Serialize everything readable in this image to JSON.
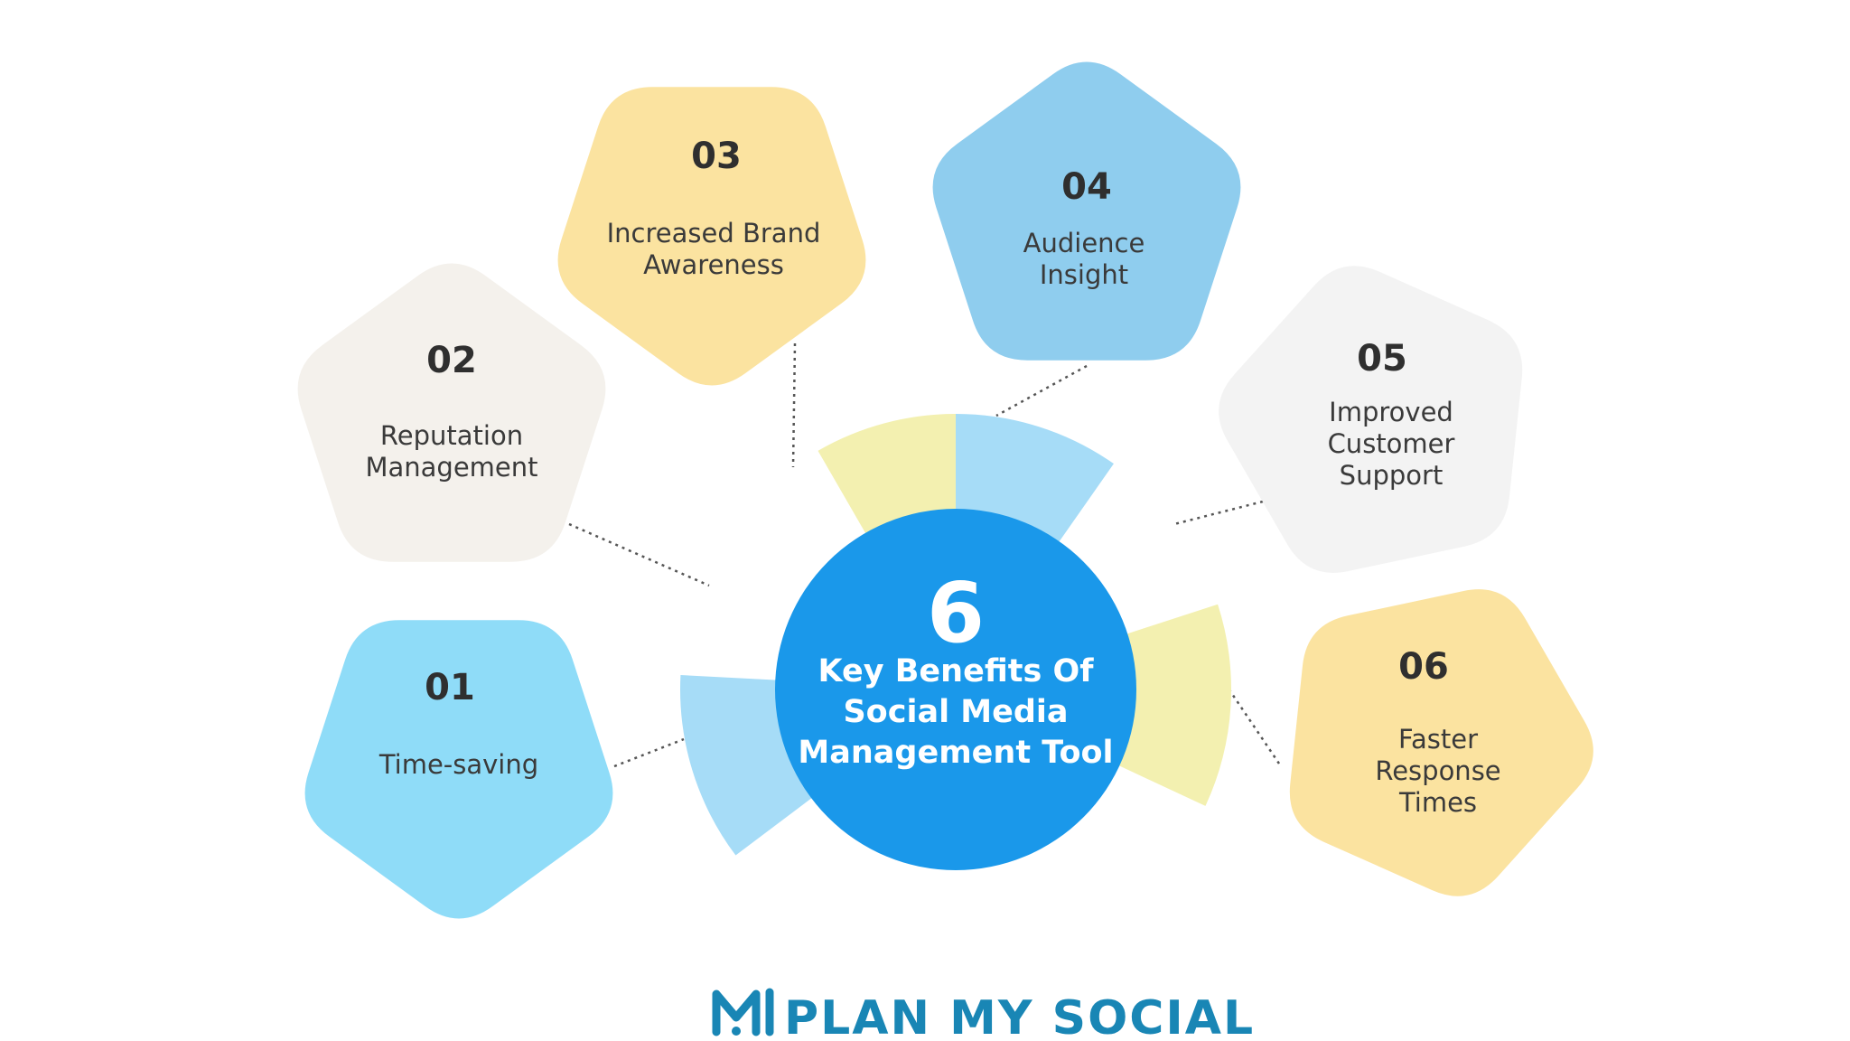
{
  "colors": {
    "blue": "#8fdcf8",
    "blue_dark": "#8fcdee",
    "yellow": "#fbe3a0",
    "grey": "#f3f3f3",
    "beige": "#f4f1ec",
    "center": "#1a98ea",
    "ring_blue": "#a6dcf7",
    "ring_yellow": "#f3f0b0",
    "ring_grey": "#efefef",
    "logo": "#1986b5"
  },
  "center": {
    "number": "6",
    "title_lines": [
      "Key Benefits Of",
      "Social Media",
      "Management Tool"
    ]
  },
  "benefits": [
    {
      "number": "01",
      "label_lines": [
        "Time-saving"
      ],
      "color": "blue",
      "icon": "pentagon-shape"
    },
    {
      "number": "02",
      "label_lines": [
        "Reputation",
        "Management"
      ],
      "color": "beige",
      "icon": "pentagon-shape"
    },
    {
      "number": "03",
      "label_lines": [
        "Increased Brand",
        "Awareness"
      ],
      "color": "yellow",
      "icon": "pentagon-shape"
    },
    {
      "number": "04",
      "label_lines": [
        "Audience",
        "Insight"
      ],
      "color": "blue_dark",
      "icon": "pentagon-shape"
    },
    {
      "number": "05",
      "label_lines": [
        "Improved",
        "Customer",
        "Support"
      ],
      "color": "grey",
      "icon": "pentagon-shape"
    },
    {
      "number": "06",
      "label_lines": [
        "Faster",
        "Response",
        "Times"
      ],
      "color": "yellow",
      "icon": "pentagon-shape"
    }
  ],
  "logo": {
    "text": "PLAN MY SOCIAL",
    "icon": "plan-my-social-m-logo-icon"
  }
}
